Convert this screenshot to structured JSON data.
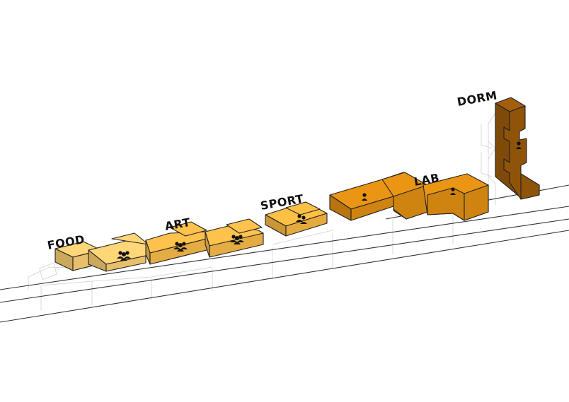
{
  "diagram": {
    "zones": [
      {
        "id": "food",
        "label": "FOOD",
        "color": "#F9CD72",
        "icon": "people-group-icon"
      },
      {
        "id": "art",
        "label": "ART",
        "color": "#F7B949",
        "icon": "people-group-icon"
      },
      {
        "id": "sport",
        "label": "SPORT",
        "color": "#F6B743",
        "icon": "people-group-icon"
      },
      {
        "id": "lab",
        "label": "LAB",
        "color": "#DF8E12",
        "icon": "person-icon"
      },
      {
        "id": "dorm",
        "label": "DORM",
        "color": "#9B5A0A",
        "icon": "person-icon"
      }
    ],
    "colors": {
      "ground_line": "#333333",
      "ghost_outline": "#cfcfcf",
      "edge": "#222222"
    }
  }
}
